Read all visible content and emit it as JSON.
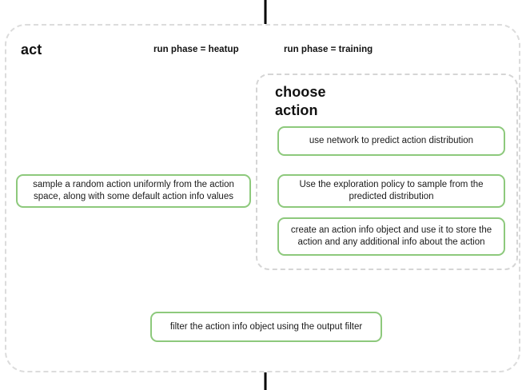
{
  "diagram": {
    "type": "flowchart",
    "title": "act",
    "groups": [
      {
        "id": "act",
        "label": "act"
      },
      {
        "id": "choose-action",
        "label": "choose action"
      }
    ],
    "edge_labels": {
      "heatup": "run phase = heatup",
      "training": "run phase = training"
    },
    "nodes": {
      "sample_random": "sample a random action uniformly from the action space, along with some default action info values",
      "use_network": "use network to predict action distribution",
      "exploration_policy": "Use the exploration policy to sample from the predicted distribution",
      "create_action_info": "create an action info object and use it to store the action and any additional info about the action",
      "filter_output": "filter the action info object using the output filter"
    },
    "colors": {
      "node_border": "#8DC97C",
      "node_fill": "#ffffff",
      "group_border": "#dcdcdc",
      "arrow": "#000000",
      "text": "#1a1a1a"
    }
  }
}
